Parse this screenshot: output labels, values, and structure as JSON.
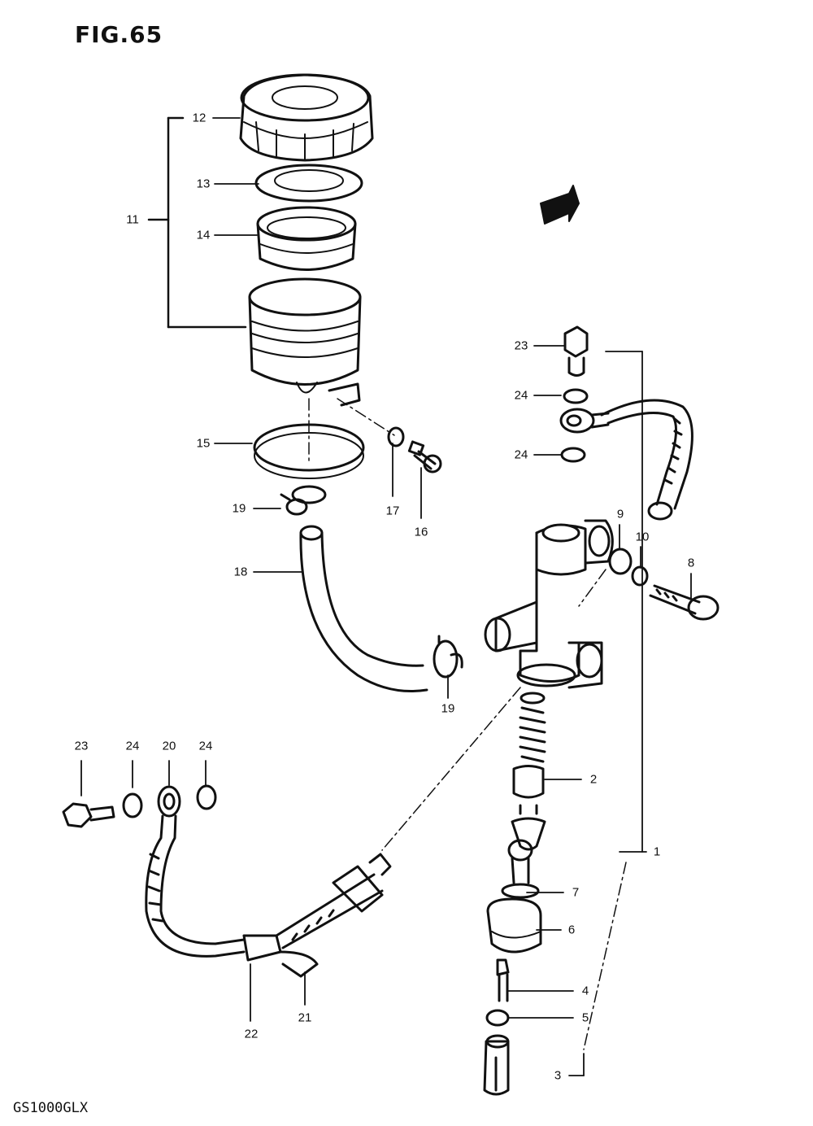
{
  "figure": {
    "title": "FIG.65",
    "model": "GS1000GLX",
    "fwd_badge": "FWD"
  },
  "callouts": [
    {
      "key": "c1",
      "text": "1"
    },
    {
      "key": "c2",
      "text": "2"
    },
    {
      "key": "c3",
      "text": "3"
    },
    {
      "key": "c4",
      "text": "4"
    },
    {
      "key": "c5",
      "text": "5"
    },
    {
      "key": "c6",
      "text": "6"
    },
    {
      "key": "c7",
      "text": "7"
    },
    {
      "key": "c8",
      "text": "8"
    },
    {
      "key": "c9",
      "text": "9"
    },
    {
      "key": "c10",
      "text": "10"
    },
    {
      "key": "c11",
      "text": "11"
    },
    {
      "key": "c12",
      "text": "12"
    },
    {
      "key": "c13",
      "text": "13"
    },
    {
      "key": "c14",
      "text": "14"
    },
    {
      "key": "c15",
      "text": "15"
    },
    {
      "key": "c16",
      "text": "16"
    },
    {
      "key": "c17",
      "text": "17"
    },
    {
      "key": "c18",
      "text": "18"
    },
    {
      "key": "c19a",
      "text": "19"
    },
    {
      "key": "c19b",
      "text": "19"
    },
    {
      "key": "c20",
      "text": "20"
    },
    {
      "key": "c21",
      "text": "21"
    },
    {
      "key": "c22",
      "text": "22"
    },
    {
      "key": "c23a",
      "text": "23"
    },
    {
      "key": "c23b",
      "text": "23"
    },
    {
      "key": "c24a",
      "text": "24"
    },
    {
      "key": "c24b",
      "text": "24"
    },
    {
      "key": "c24c",
      "text": "24"
    },
    {
      "key": "c24d",
      "text": "24"
    }
  ]
}
